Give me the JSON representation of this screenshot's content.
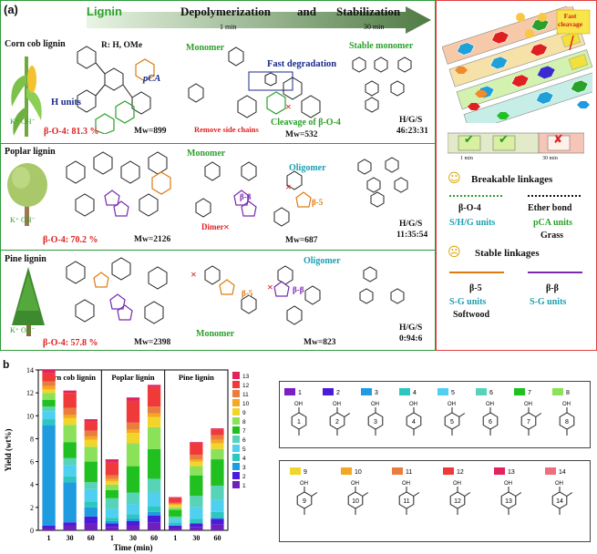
{
  "panel_a": {
    "label": "(a)",
    "header": {
      "lignin": "Lignin",
      "depolymerization": "Depolymerization",
      "and": "and",
      "stabilization": "Stabilization",
      "t1": "1 min",
      "t30": "30 min"
    },
    "corn": {
      "title": "Corn cob lignin",
      "r_note": "R: H, OMe",
      "pca": "pCA",
      "h_units": "H units",
      "k_oh": "K⁺  OH⁻",
      "beta_o4": "β-O-4: 81.3 %",
      "mw": "Mw=899",
      "monomer": "Monomer",
      "fast_degradation": "Fast degradation",
      "remove_side_chains": "Remove side chains",
      "cleavage": "Cleavage of β-O-4",
      "mw2": "Mw=532",
      "stable_monomer": "Stable monomer",
      "hgs_label": "H/G/S",
      "hgs_value": "46:23:31"
    },
    "poplar": {
      "title": "Poplar lignin",
      "k_oh": "K⁺  OH⁻",
      "beta_o4": "β-O-4: 70.2 %",
      "mw": "Mw=2126",
      "monomer": "Monomer",
      "oligomer": "Oligomer",
      "bb": "β-β",
      "b5": "β-5",
      "dimer": "Dimer",
      "mw2": "Mw=687",
      "hgs_label": "H/G/S",
      "hgs_value": "11:35:54"
    },
    "pine": {
      "title": "Pine lignin",
      "k_oh": "K⁺  OH⁻",
      "beta_o4": "β-O-4: 57.8 %",
      "mw": "Mw=2398",
      "oligomer": "Oligomer",
      "b5": "β-5",
      "bb": "β-β",
      "monomer": "Monomer",
      "mw2": "Mw=823",
      "hgs_label": "H/G/S",
      "hgs_value": "0:94:6"
    }
  },
  "legend_a": {
    "fast_cleavage": "Fast\ncleavage",
    "t1": "1 min",
    "t30": "30 min",
    "breakable": "Breakable linkages",
    "bo4": "β-O-4",
    "ether": "Ether bond",
    "shg_units": "S/H/G units",
    "pca_units": "pCA units",
    "grass": "Grass",
    "stable": "Stable linkages",
    "b5": "β-5",
    "bb": "β-β",
    "sg_units": "S-G units",
    "softwood": "Softwood"
  },
  "panel_b": {
    "label": "b"
  },
  "chart_data": {
    "type": "bar",
    "stacked": true,
    "groups": [
      "Corn cob lignin",
      "Poplar lignin",
      "Pine lignin"
    ],
    "categories": [
      "1",
      "30",
      "60",
      "1",
      "30",
      "60",
      "1",
      "30",
      "60"
    ],
    "xlabel": "Time (min)",
    "ylabel": "Yield (wt%)",
    "ylim": [
      0,
      14
    ],
    "yticks": [
      0,
      2,
      4,
      6,
      8,
      10,
      12,
      14
    ],
    "legend_position": "right",
    "series": [
      {
        "name": "1",
        "color": "#6f1fbf",
        "values": [
          0.2,
          0.4,
          0.6,
          0.3,
          0.4,
          0.7,
          0.2,
          0.3,
          0.5
        ]
      },
      {
        "name": "2",
        "color": "#4a1bd8",
        "values": [
          0.2,
          0.3,
          0.6,
          0.3,
          0.4,
          0.6,
          0.2,
          0.3,
          0.5
        ]
      },
      {
        "name": "3",
        "color": "#1f9be0",
        "values": [
          8.8,
          3.5,
          0.8,
          0.2,
          0.2,
          0.3,
          0.0,
          0.0,
          0.1
        ]
      },
      {
        "name": "4",
        "color": "#2cc7c0",
        "values": [
          0.5,
          0.5,
          0.5,
          0.3,
          0.4,
          0.5,
          0.3,
          0.4,
          0.5
        ]
      },
      {
        "name": "5",
        "color": "#4fd0f0",
        "values": [
          0.7,
          1.0,
          1.1,
          0.8,
          0.9,
          1.2,
          0.3,
          1.0,
          1.1
        ]
      },
      {
        "name": "6",
        "color": "#57d3b8",
        "values": [
          0.4,
          0.6,
          0.6,
          0.9,
          1.0,
          1.2,
          0.2,
          1.0,
          1.2
        ]
      },
      {
        "name": "7",
        "color": "#21c021",
        "values": [
          0.6,
          1.4,
          1.8,
          0.7,
          2.3,
          2.6,
          0.6,
          1.8,
          2.3
        ]
      },
      {
        "name": "8",
        "color": "#8be25a",
        "values": [
          0.6,
          1.5,
          1.3,
          0.5,
          2.0,
          1.9,
          0.2,
          0.8,
          0.9
        ]
      },
      {
        "name": "9",
        "color": "#f2d52a",
        "values": [
          0.3,
          0.6,
          0.6,
          0.3,
          0.9,
          0.9,
          0.2,
          0.4,
          0.5
        ]
      },
      {
        "name": "10",
        "color": "#f5a623",
        "values": [
          0.3,
          0.3,
          0.3,
          0.2,
          0.3,
          0.3,
          0.1,
          0.2,
          0.3
        ]
      },
      {
        "name": "11",
        "color": "#e87d3e",
        "values": [
          0.4,
          0.6,
          0.5,
          0.3,
          0.6,
          0.6,
          0.1,
          0.4,
          0.4
        ]
      },
      {
        "name": "12",
        "color": "#f03a3a",
        "values": [
          0.7,
          1.3,
          0.8,
          1.1,
          1.9,
          1.7,
          0.4,
          1.0,
          0.5
        ]
      },
      {
        "name": "13",
        "color": "#e2245e",
        "values": [
          0.3,
          0.2,
          0.2,
          0.3,
          0.3,
          0.2,
          0.1,
          0.1,
          0.1
        ]
      }
    ]
  },
  "compounds_a": [
    {
      "id": "1",
      "color": "#7a1fc0"
    },
    {
      "id": "2",
      "color": "#4a1bd8"
    },
    {
      "id": "3",
      "color": "#1f9be0"
    },
    {
      "id": "4",
      "color": "#2cc7c0"
    },
    {
      "id": "5",
      "color": "#4fd0f0"
    },
    {
      "id": "6",
      "color": "#57d3b8"
    },
    {
      "id": "7",
      "color": "#21c021"
    },
    {
      "id": "8",
      "color": "#8be25a"
    }
  ],
  "compounds_b": [
    {
      "id": "9",
      "color": "#f2d52a"
    },
    {
      "id": "10",
      "color": "#f5a623"
    },
    {
      "id": "11",
      "color": "#e87d3e"
    },
    {
      "id": "12",
      "color": "#f03a3a"
    },
    {
      "id": "13",
      "color": "#e2245e"
    },
    {
      "id": "14",
      "color": "#ee6e7e"
    }
  ],
  "compound_text": {
    "oh": "OH",
    "ome": "OMe"
  }
}
